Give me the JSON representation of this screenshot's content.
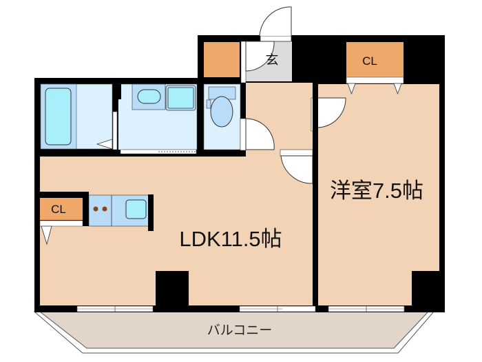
{
  "floor_plan": {
    "rooms": {
      "ldk": {
        "label": "LDK11.5帖",
        "type": "LDK",
        "size_jo": 11.5
      },
      "western_room": {
        "label": "洋室7.5帖",
        "type": "洋室",
        "size_jo": 7.5
      },
      "entrance": {
        "label": "玄"
      },
      "balcony": {
        "label": "バルコニー"
      },
      "closet_bedroom": {
        "label": "CL"
      },
      "closet_ldk": {
        "label": "CL"
      }
    },
    "fixtures": [
      "bathtub",
      "washbasin",
      "washing-machine-pan",
      "toilet",
      "kitchen-stove",
      "kitchen-sink"
    ],
    "colors": {
      "wall": "#000000",
      "floor": "#f3d3b5",
      "closet": "#f0a86a",
      "wet_area": "#ddf0fd",
      "fixture_blue": "#b9dcf8",
      "fixture_cyan": "#a8eefb",
      "entrance_floor": "#dcdcdc",
      "balcony": "#e2d6cb",
      "stove_burner": "#8b4513"
    }
  }
}
